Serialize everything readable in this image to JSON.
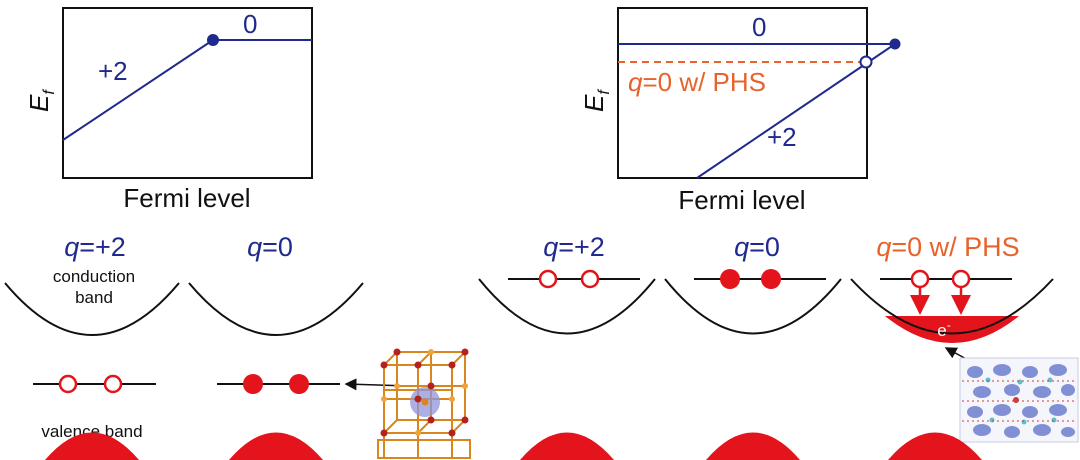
{
  "left_plot": {
    "ylabel_main": "E",
    "ylabel_sub": "f",
    "xlabel": "Fermi level",
    "label_zero": "0",
    "label_plus2": "+2"
  },
  "right_plot": {
    "ylabel_main": "E",
    "ylabel_sub": "f",
    "xlabel": "Fermi level",
    "label_zero": "0",
    "label_phs_q": "q",
    "label_phs_rest": "=0 w/ PHS",
    "label_plus2": "+2"
  },
  "states": [
    {
      "q": "q",
      "value": "=+2"
    },
    {
      "q": "q",
      "value": "=0"
    },
    {
      "q": "q",
      "value": "=+2"
    },
    {
      "q": "q",
      "value": "=0"
    },
    {
      "q": "q",
      "value": "=0 w/ PHS"
    }
  ],
  "labels": {
    "conduction_line1": "conduction",
    "conduction_line2": "band",
    "valence": "valence band",
    "electron": "e",
    "electron_sup": "-"
  },
  "colors": {
    "navy": "#1f2a8c",
    "orange": "#e8632b",
    "red": "#e3141b"
  }
}
